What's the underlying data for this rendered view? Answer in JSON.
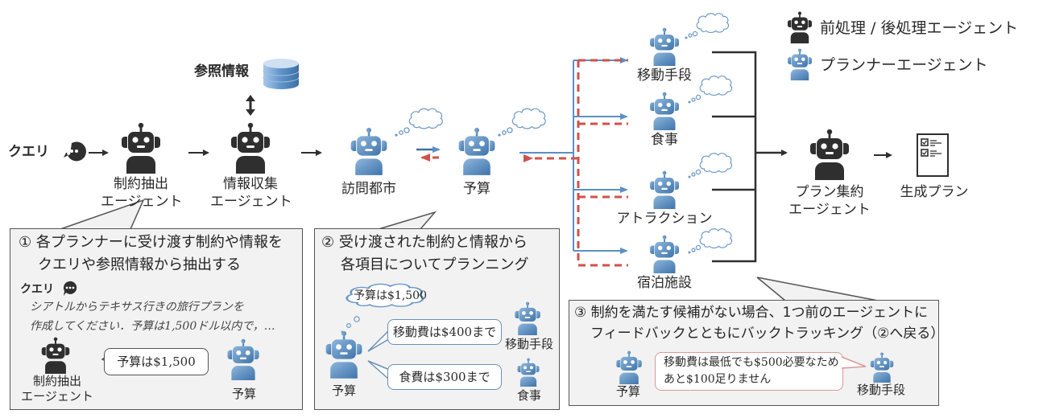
{
  "legend": {
    "preprocess_label": "前処理 / 後処理エージェント",
    "planner_label": "プランナーエージェント"
  },
  "pipeline": {
    "query_label": "クエリ",
    "reference_label": "参照情報",
    "constraint_agent": [
      "制約抽出",
      "エージェント"
    ],
    "info_agent": [
      "情報収集",
      "エージェント"
    ],
    "city_agent": "訪問都市",
    "budget_agent": "予算",
    "planners": [
      {
        "label": "移動手段"
      },
      {
        "label": "食事"
      },
      {
        "label": "アトラクション"
      },
      {
        "label": "宿泊施設"
      }
    ],
    "aggregate_agent": [
      "プラン集約",
      "エージェント"
    ],
    "output_label": "生成プラン"
  },
  "panel1": {
    "title_line1": "① 各プランナーに受け渡す制約や情報を",
    "title_line2": "クエリや参照情報から抽出する",
    "query_heading": "クエリ",
    "query_text_line1": "シアトルからテキサス行きの旅行プランを",
    "query_text_line2": "作成してください．予算は1,500ドル以内で，…",
    "speech": "予算は$1,500",
    "agent_left": [
      "制約抽出",
      "エージェント"
    ],
    "agent_right": "予算"
  },
  "panel2": {
    "title_line1": "② 受け渡された制約と情報から",
    "title_line2": "各項目についてプランニング",
    "thought": "予算は$1,500",
    "speech1": "移動費は$400まで",
    "speech2": "食費は$300まで",
    "agent_left": "予算",
    "agent_right_top": "移動手段",
    "agent_right_bottom": "食事"
  },
  "panel3": {
    "title_line1": "③ 制約を満たす候補がない場合、1つ前のエージェントに",
    "title_line2": "フィードバックとともにバックトラッキング（②へ戻る）",
    "speech_line1": "移動費は最低でも$500必要なため",
    "speech_line2": "あと$100足りません",
    "agent_left": "予算",
    "agent_right": "移動手段"
  },
  "colors": {
    "dark_agent": "#2f2f2f",
    "planner_agent": "#5b8fc4",
    "forward_arrow": "#5b8fc4",
    "backtrack_arrow": "#d0514a",
    "panel_bg": "#f2f2f2"
  }
}
